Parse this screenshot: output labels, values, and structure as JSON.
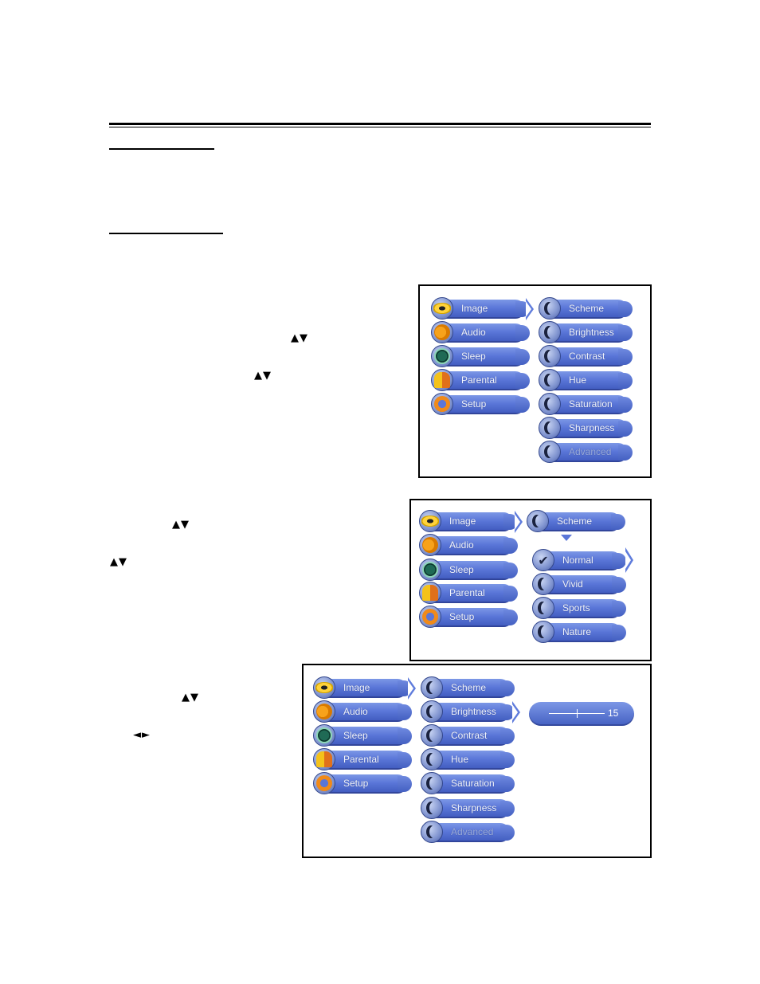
{
  "instructions": {
    "step1_arrows": "▲▼",
    "step2_arrows": "▲▼",
    "step3_arrows": "▲▼",
    "step4_arrows": "▲▼",
    "step5_arrows": "▲▼",
    "step6_lr_arrows": "◄►"
  },
  "main_menu": {
    "items": [
      {
        "label": "Image",
        "icon": "eye-icon"
      },
      {
        "label": "Audio",
        "icon": "speaker-icon"
      },
      {
        "label": "Sleep",
        "icon": "clock-icon"
      },
      {
        "label": "Parental",
        "icon": "parental-icon"
      },
      {
        "label": "Setup",
        "icon": "setup-icon"
      }
    ]
  },
  "image_menu": {
    "items": [
      "Scheme",
      "Brightness",
      "Contrast",
      "Hue",
      "Saturation",
      "Sharpness",
      "Advanced"
    ],
    "disabled_item": "Advanced"
  },
  "scheme_menu": {
    "title": "Scheme",
    "options": [
      "Normal",
      "Vivid",
      "Sports",
      "Nature"
    ],
    "selected": "Normal"
  },
  "brightness_slider": {
    "value": "15",
    "level": 0.5
  },
  "colors": {
    "pill_top": "#7c97e6",
    "pill_bottom": "#3f59bd",
    "chevron": "#5f7cdc"
  }
}
